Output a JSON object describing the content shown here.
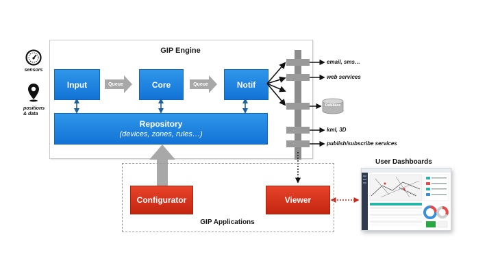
{
  "engine": {
    "title": "GIP Engine",
    "input_label": "Input",
    "core_label": "Core",
    "notif_label": "Notif",
    "queue1_label": "Queue",
    "queue2_label": "Queue",
    "repository_title": "Repository",
    "repository_subtitle": "(devices, zones, rules…)"
  },
  "sources": {
    "sensors_label": "sensors",
    "positions_label_line1": "positions",
    "positions_label_line2": "& data",
    "sensors_icon": "speedometer-icon",
    "positions_icon": "map-pin-icon"
  },
  "outputs": {
    "email": "email, sms…",
    "web": "web services",
    "database": "Database",
    "kml": "kml, 3D",
    "pubsub": "publish/subscribe services"
  },
  "applications": {
    "title": "GIP Applications",
    "configurator_label": "Configurator",
    "viewer_label": "Viewer"
  },
  "dashboards": {
    "title": "User Dashboards"
  },
  "colors": {
    "blue": "#1d84e2",
    "red": "#d6341d",
    "gray_arrow": "#a8a8a8",
    "bus": "#8c8c8c",
    "dashed_red": "#c8261a"
  }
}
